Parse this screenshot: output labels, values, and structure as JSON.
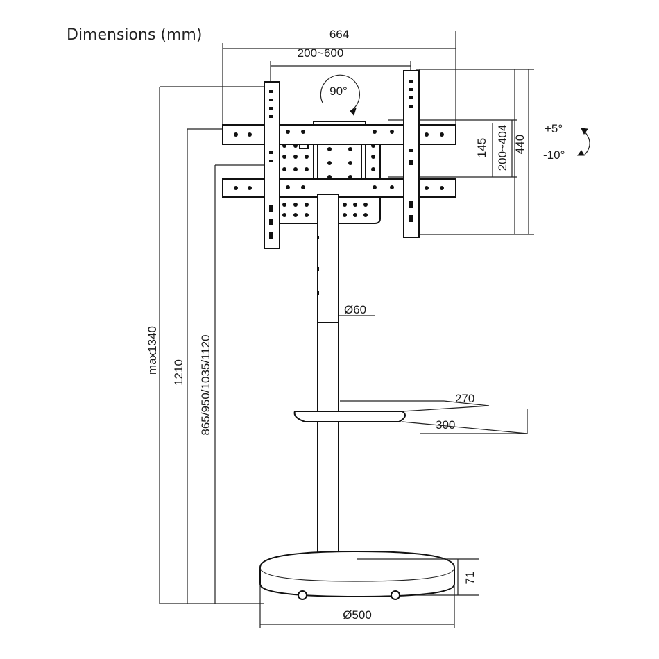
{
  "title": "Dimensions (mm)",
  "dimensions": {
    "mount_width": "664",
    "vesa_width": "200~600",
    "rotation": "90°",
    "tilt_up": "+5°",
    "tilt_down": "-10°",
    "vesa_height_min": "145",
    "vesa_height_range": "200~404",
    "bracket_height": "440",
    "max_height": "max1340",
    "height_1210": "1210",
    "height_options": "865/950/1035/1120",
    "pole_diameter": "Ø60",
    "shelf_depth": "270",
    "shelf_width": "300",
    "base_height": "71",
    "base_diameter": "Ø500"
  }
}
